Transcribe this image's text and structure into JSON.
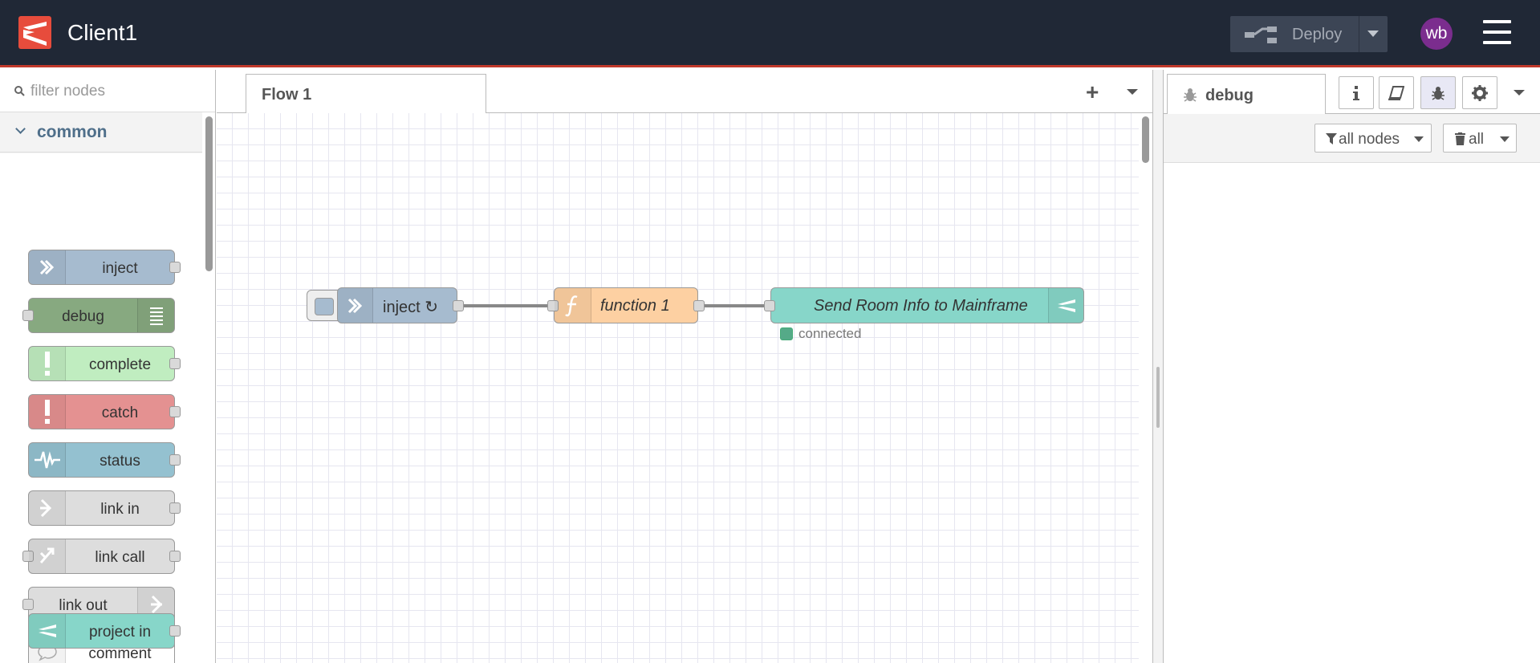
{
  "header": {
    "title": "Client1",
    "deploy_label": "Deploy",
    "avatar_initials": "wb",
    "accent_color": "#c0392b"
  },
  "palette": {
    "filter_placeholder": "filter nodes",
    "category": "common",
    "nodes": [
      {
        "label": "inject",
        "color": "#a6bbcf",
        "icon": "arrow-right-icon"
      },
      {
        "label": "debug",
        "color": "#87a980",
        "icon": "list-icon"
      },
      {
        "label": "complete",
        "color": "#c0edc0",
        "icon": "exclamation-icon"
      },
      {
        "label": "catch",
        "color": "#e49191",
        "icon": "exclamation-icon"
      },
      {
        "label": "status",
        "color": "#94c1d0",
        "icon": "pulse-icon"
      },
      {
        "label": "link in",
        "color": "#dddddd",
        "icon": "link-in-icon"
      },
      {
        "label": "link call",
        "color": "#dddddd",
        "icon": "link-call-icon"
      },
      {
        "label": "link out",
        "color": "#dddddd",
        "icon": "link-out-icon"
      },
      {
        "label": "comment",
        "color": "#ffffff",
        "icon": "comment-icon"
      },
      {
        "label": "project in",
        "color": "#87d6c9",
        "icon": "project-icon"
      }
    ]
  },
  "workspace": {
    "tab_label": "Flow 1",
    "nodes": [
      {
        "label": "inject ↻",
        "color": "#a6bbcf",
        "icon": "arrow-right-icon"
      },
      {
        "label": "function 1",
        "color": "#fdd0a2",
        "icon": "function-icon"
      },
      {
        "label": "Send Room Info to Mainframe",
        "color": "#87d6c9",
        "icon": "project-icon",
        "status": "connected"
      }
    ]
  },
  "sidebar": {
    "active_tab": "debug",
    "filter_label": "all nodes",
    "clear_label": "all"
  }
}
